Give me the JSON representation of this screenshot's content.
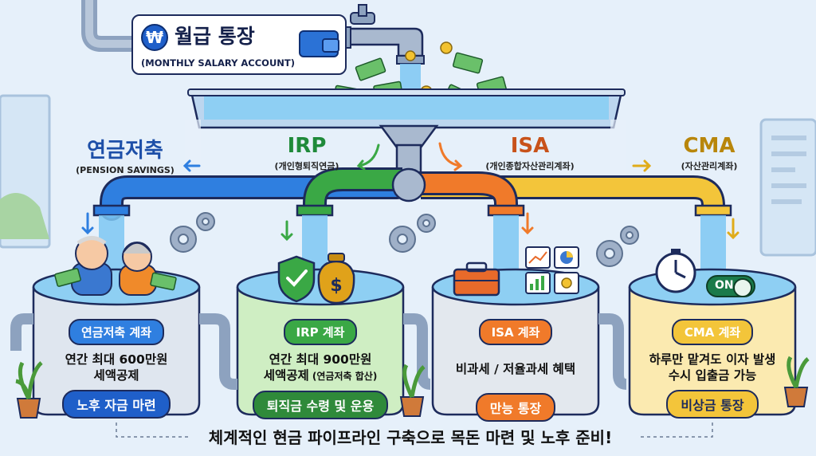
{
  "header": {
    "won_symbol": "₩",
    "title": "월급 통장",
    "subtitle": "(MONTHLY SALARY ACCOUNT)"
  },
  "accounts": [
    {
      "name": "연금저축",
      "sub": "(PENSION SAVINGS)",
      "name_color": "#1d4fa8",
      "tank_title": "연금저축 계좌",
      "desc1": "연간 최대 600만원",
      "desc2": "세액공제",
      "desc2_small": "",
      "tag": "노후 자금 마련"
    },
    {
      "name": "IRP",
      "sub": "(개인형퇴직연금)",
      "name_color": "#1f8a3a",
      "tank_title": "IRP 계좌",
      "desc1": "연간 최대 900만원",
      "desc2": "세액공제",
      "desc2_small": " (연금저축 합산)",
      "tag": "퇴직금 수령 및 운용"
    },
    {
      "name": "ISA",
      "sub": "(개인종합자산관리계좌)",
      "name_color": "#c8521a",
      "tank_title": "ISA 계좌",
      "desc1": "비과세 / 저율과세 혜택",
      "desc2": "",
      "desc2_small": "",
      "tag": "만능 통장"
    },
    {
      "name": "CMA",
      "sub": "(자산관리계좌)",
      "name_color": "#b8860b",
      "tank_title": "CMA 계좌",
      "desc1": "하루만 맡겨도 이자 발생",
      "desc2": "수시 입출금 가능",
      "desc2_small": "",
      "tag": "비상금 통장"
    }
  ],
  "toggle": {
    "label": "ON"
  },
  "footer": {
    "banner": "체계적인 현금 파이프라인 구축으로 목돈 마련 및 노후 준비!"
  },
  "colors": {
    "blue": "#2f7fe0",
    "green": "#3aa845",
    "orange": "#f07a2a",
    "yellow": "#f3c53a",
    "pipe_gray": "#9fb0c8",
    "water": "#7cc7f2",
    "outline": "#1d2b5c"
  },
  "icons": [
    "won-icon",
    "wallet-icon",
    "faucet-icon",
    "gear-icon",
    "shield-check-icon",
    "money-bag-icon",
    "toolbox-icon",
    "chart-icon",
    "clock-icon",
    "plant-icon",
    "elderly-couple-icon",
    "arrow-icon"
  ]
}
